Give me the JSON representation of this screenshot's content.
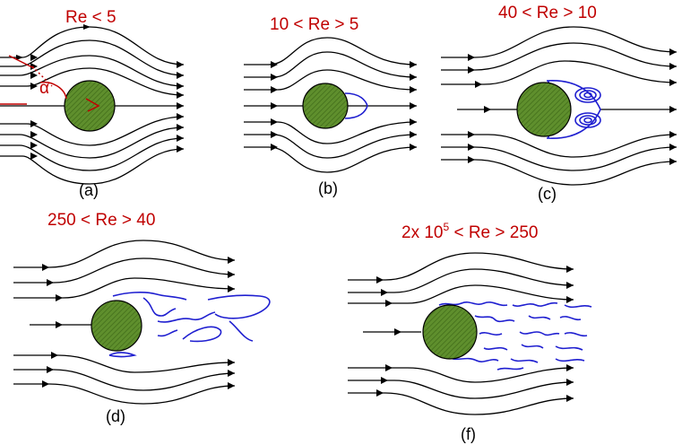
{
  "panels": [
    {
      "id": "a",
      "title": "Re < 5",
      "caption": "(a)"
    },
    {
      "id": "b",
      "title": "10 < Re > 5",
      "caption": "(b)"
    },
    {
      "id": "c",
      "title": "40 < Re > 10",
      "caption": "(c)"
    },
    {
      "id": "d",
      "title": "250 < Re > 40",
      "caption": "(d)"
    },
    {
      "id": "f",
      "title_prefix": "2x 10",
      "title_exponent": "5",
      "title_suffix": " < Re > 250",
      "caption": "(f)"
    }
  ],
  "angle_label": "α",
  "colors": {
    "title": "#c00000",
    "cylinder": "#5a8a2a",
    "wake": "#1f1fd0",
    "streamline": "#000000"
  }
}
